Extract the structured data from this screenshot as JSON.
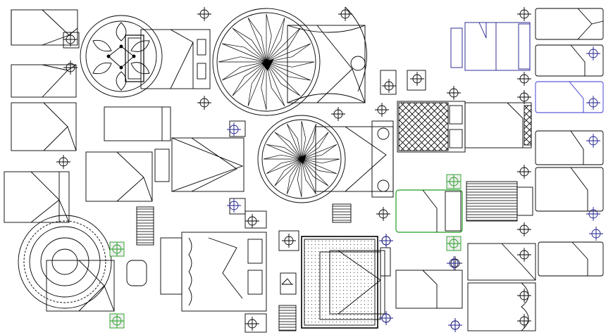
{
  "drawing": {
    "kind": "CAD furniture plan — bed blocks",
    "background": "#ffffff",
    "colors": {
      "line": "#000000",
      "selected_blue": "#1a1a8c",
      "selected_blue_light": "#3333cc",
      "selected_green": "#1e9e1e",
      "grip_fill": "#eeeeee"
    },
    "blocks": [
      "bed-single-1",
      "bed-single-2",
      "bed-single-3",
      "bed-single-4",
      "bed-round-flower",
      "bed-double-1",
      "bed-round-fan-1",
      "bed-double-2",
      "bed-round-fan-2",
      "bed-double-3",
      "bed-double-4",
      "bed-double-5",
      "bed-double-6",
      "bed-single-5",
      "bed-single-6",
      "bed-single-7",
      "bed-single-8",
      "bed-double-7",
      "bed-double-8",
      "bed-double-9",
      "bed-double-10",
      "bed-double-11",
      "bed-double-12",
      "bed-single-blue",
      "bed-single-green",
      "bed-double-blue",
      "bed-round-ornate"
    ]
  }
}
